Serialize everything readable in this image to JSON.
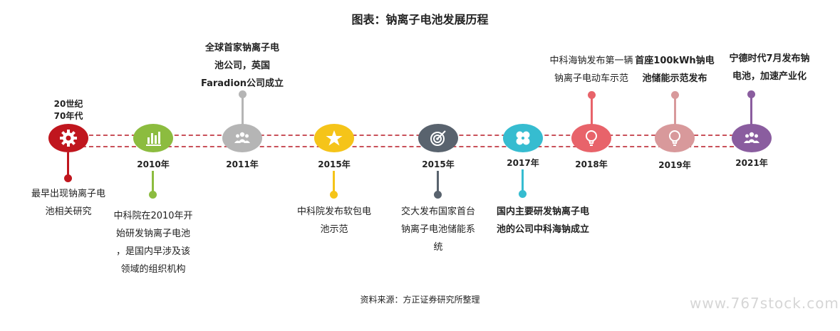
{
  "title": "图表：钠离子电池发展历程",
  "source": "资料来源：方正证券研究所整理",
  "watermark": "www.767stock.com",
  "milestones": [
    {
      "year_lines": [
        "20世纪",
        "70年代"
      ],
      "text_lines": [
        "最早出现钠离子电",
        "池相关研究"
      ],
      "color": "#c0161e",
      "icon": "gear-icon"
    },
    {
      "year_lines": [
        "2010年"
      ],
      "text_lines": [
        "中科院在2010年开",
        "始研发钠离子电池",
        "，是国内早涉及该",
        "领域的组织机构"
      ],
      "color": "#8cbc3f",
      "icon": "bar-chart-icon"
    },
    {
      "year_lines": [
        "2011年"
      ],
      "text_lines": [
        "全球首家钠离子电",
        "池公司，英国",
        "Faradion公司成立"
      ],
      "color": "#b5b5b5",
      "icon": "people-icon"
    },
    {
      "year_lines": [
        "2015年"
      ],
      "text_lines": [
        "中科院发布软包电",
        "池示范"
      ],
      "color": "#f5c419",
      "icon": "star-icon"
    },
    {
      "year_lines": [
        "2015年"
      ],
      "text_lines": [
        "交大发布国家首台",
        "钠离子电池储能系",
        "统"
      ],
      "color": "#59636e",
      "icon": "target-icon"
    },
    {
      "year_lines": [
        "2017年"
      ],
      "text_lines": [
        "国内主要研发钠离子电",
        "池的公司中科海钠成立"
      ],
      "color": "#36bcd0",
      "icon": "clover-icon"
    },
    {
      "year_lines": [
        "2018年"
      ],
      "text_lines": [
        "中科海钠发布第一辆",
        "钠离子电动车示范"
      ],
      "color": "#e8636a",
      "icon": "bulb-icon"
    },
    {
      "year_lines": [
        "2019年"
      ],
      "text_lines": [
        "首座100kWh钠电",
        "池储能示范发布"
      ],
      "color": "#d8999b",
      "icon": "bulb-icon"
    },
    {
      "year_lines": [
        "2021年"
      ],
      "text_lines": [
        "宁德时代7月发布钠",
        "电池，加速产业化"
      ],
      "color": "#8a5d9f",
      "icon": "people-icon"
    }
  ]
}
